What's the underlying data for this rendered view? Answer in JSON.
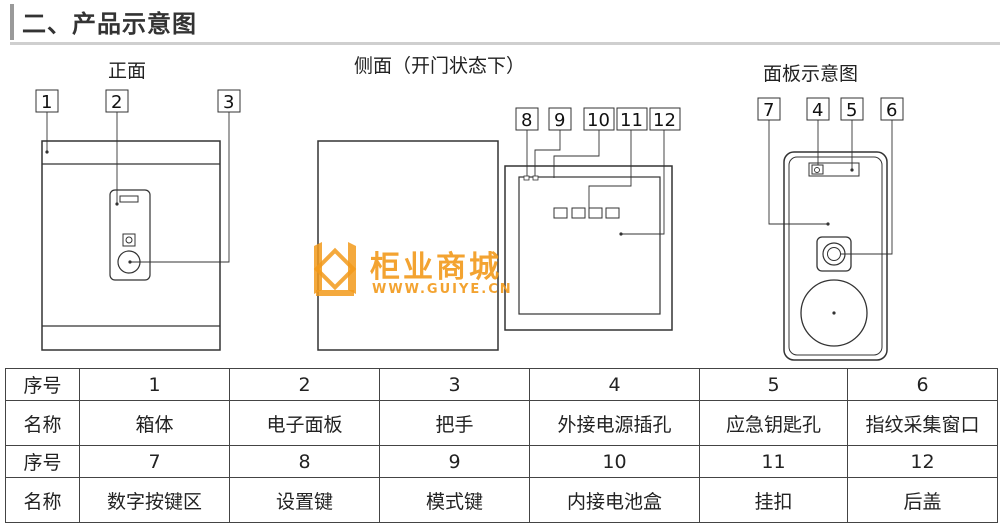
{
  "section_title": "二、产品示意图",
  "views": {
    "front": "正面",
    "side": "侧面（开门状态下）",
    "panel": "面板示意图"
  },
  "callouts": [
    "1",
    "2",
    "3",
    "4",
    "5",
    "6",
    "7",
    "8",
    "9",
    "10",
    "11",
    "12"
  ],
  "watermark": {
    "cn": "柜业商城",
    "en": "WWW.GUIYE.CN"
  },
  "table": {
    "row_label_index": "序号",
    "row_label_name": "名称",
    "rows": [
      {
        "numbers": [
          "1",
          "2",
          "3",
          "4",
          "5",
          "6"
        ],
        "names": [
          "箱体",
          "电子面板",
          "把手",
          "外接电源插孔",
          "应急钥匙孔",
          "指纹采集窗口"
        ]
      },
      {
        "numbers": [
          "7",
          "8",
          "9",
          "10",
          "11",
          "12"
        ],
        "names": [
          "数字按键区",
          "设置键",
          "模式键",
          "内接电池盒",
          "挂扣",
          "后盖"
        ]
      }
    ]
  }
}
